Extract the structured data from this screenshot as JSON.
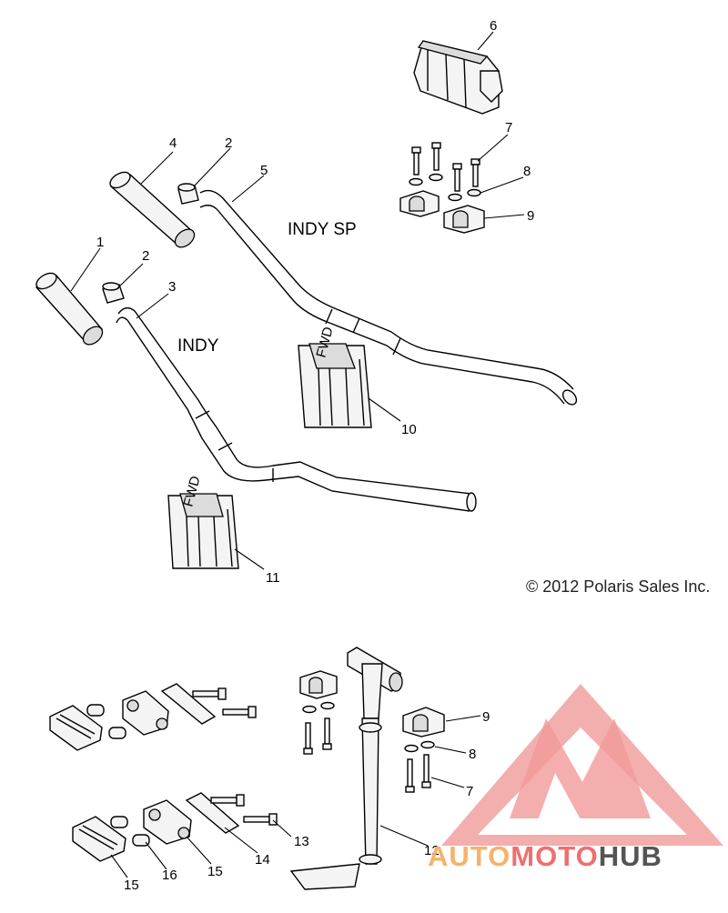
{
  "labels": {
    "indy_sp": "INDY SP",
    "indy": "INDY",
    "copyright": "© 2012 Polaris Sales Inc.",
    "fwd": "FWD"
  },
  "callouts": [
    "1",
    "2",
    "3",
    "4",
    "5",
    "6",
    "7",
    "8",
    "9",
    "10",
    "11",
    "12",
    "13",
    "14",
    "15",
    "16"
  ],
  "watermark": {
    "part1": "AUTO",
    "part2": "MOTO",
    "part3": "HUB",
    "color_red": "#ee6f6f",
    "color_orange": "#f6b26b",
    "color_dark": "#555555"
  }
}
